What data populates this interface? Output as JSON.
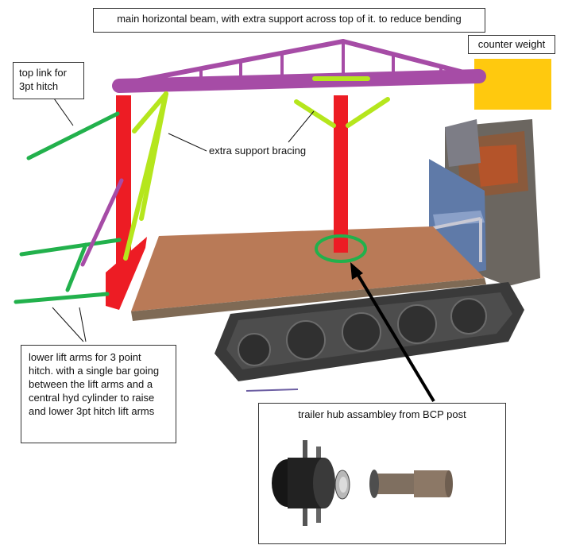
{
  "labels": {
    "main_beam": "main horizontal beam, with extra support across top of it. to reduce bending",
    "counter_weight": "counter weight",
    "top_link": "top link for\n3pt hitch",
    "bracing": "extra support bracing",
    "lower_lift_arms": "lower lift arms for 3 point hitch.  with a single bar going between the lift arms and a central hyd cylinder to raise and lower 3pt hitch lift arms",
    "trailer_hub": "trailer hub assambley from BCP post"
  },
  "colors": {
    "beam": "#a64ca6",
    "post": "#ed1c24",
    "bracing": "#b5e61d",
    "lift_arms": "#22b14c",
    "counter_weight": "#ffc90e",
    "deck": "#b97a57",
    "pointer_arrow": "#000000"
  }
}
